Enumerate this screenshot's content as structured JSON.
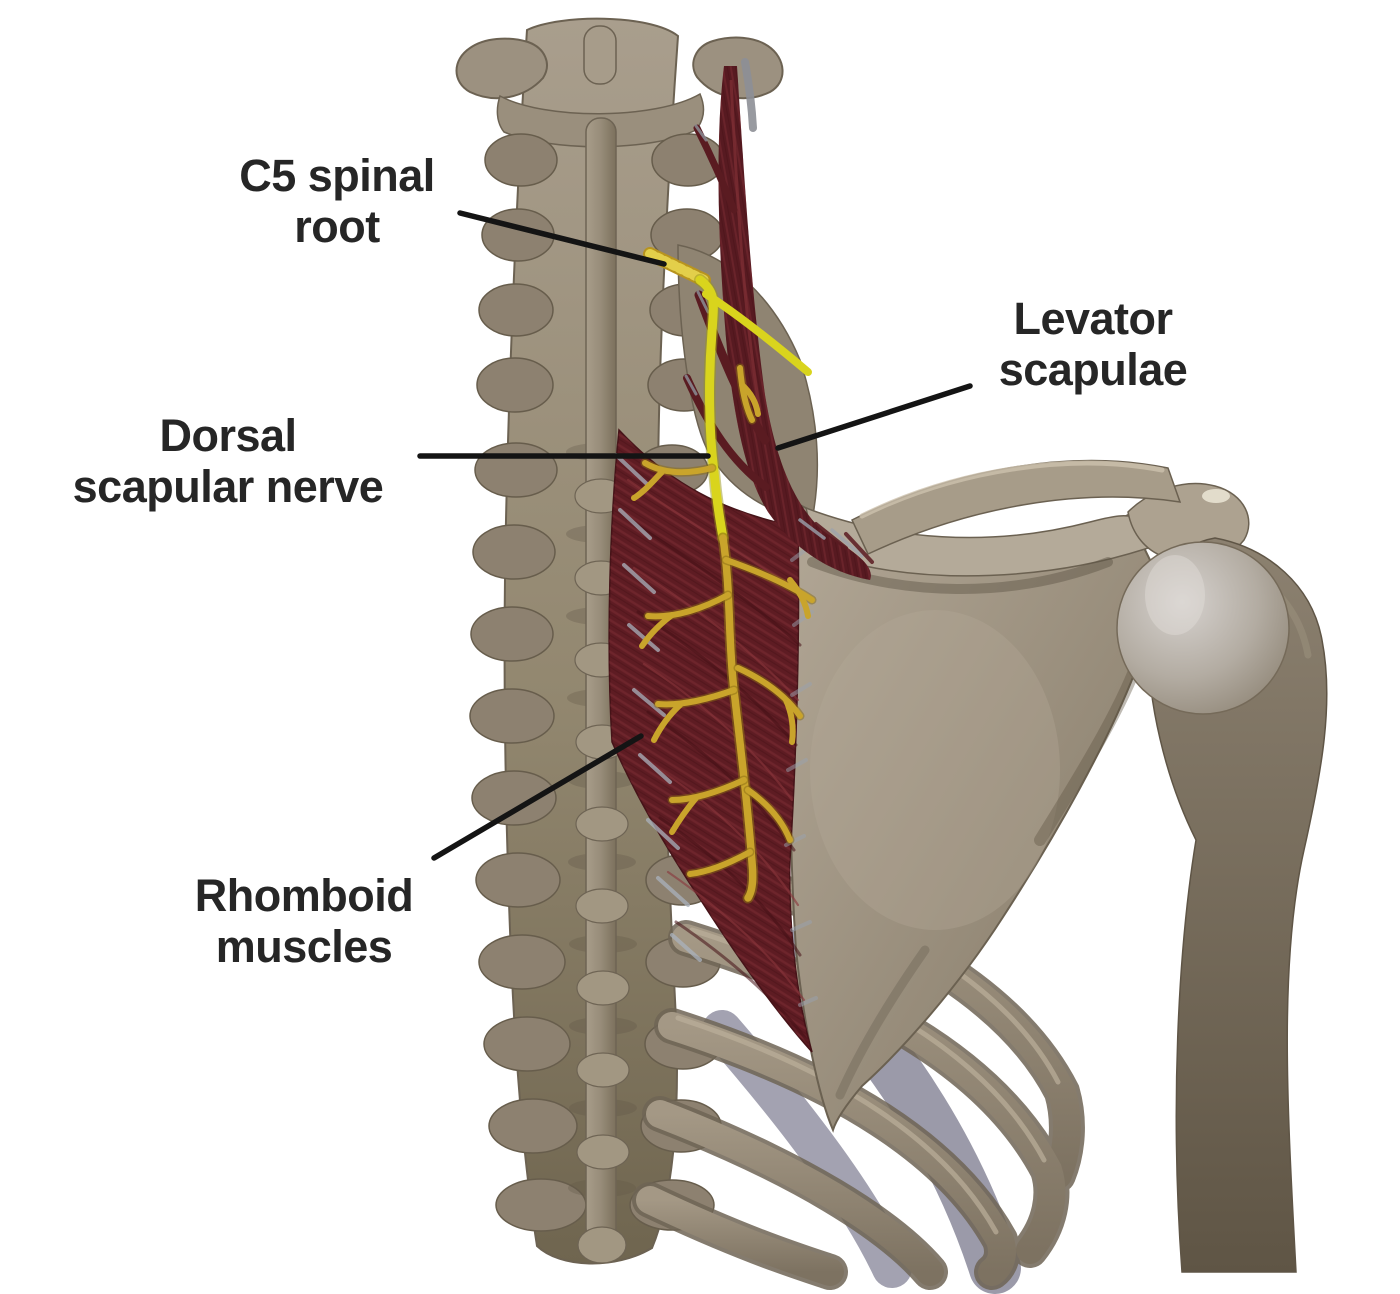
{
  "figure": {
    "kind": "anatomical-illustration",
    "background": "#ffffff"
  },
  "labels": {
    "c5_spinal_root": {
      "text": "C5 spinal\nroot"
    },
    "levator_scapulae": {
      "text": "Levator\nscapulae"
    },
    "dorsal_scapular_nerve": {
      "text": "Dorsal\nscapular nerve"
    },
    "rhomboid_muscles": {
      "text": "Rhomboid\nmuscles"
    }
  },
  "colors": {
    "background": "#ffffff",
    "label_text": "#262626",
    "leader_line": "#141414",
    "muscle_dark_red": "#5e1c23",
    "muscle_striation": "#7e2e34",
    "nerve_gold": "#c9a42b",
    "nerve_bright_yellow": "#d9d41d",
    "bone_light": "#a99e8d",
    "bone_mid": "#8b7f6d",
    "bone_shadow": "#6b6151",
    "cartilage_gray": "#9b9aa9",
    "humeral_head_gray": "#c6c2bf",
    "tendon_gray": "#9aa2af"
  }
}
